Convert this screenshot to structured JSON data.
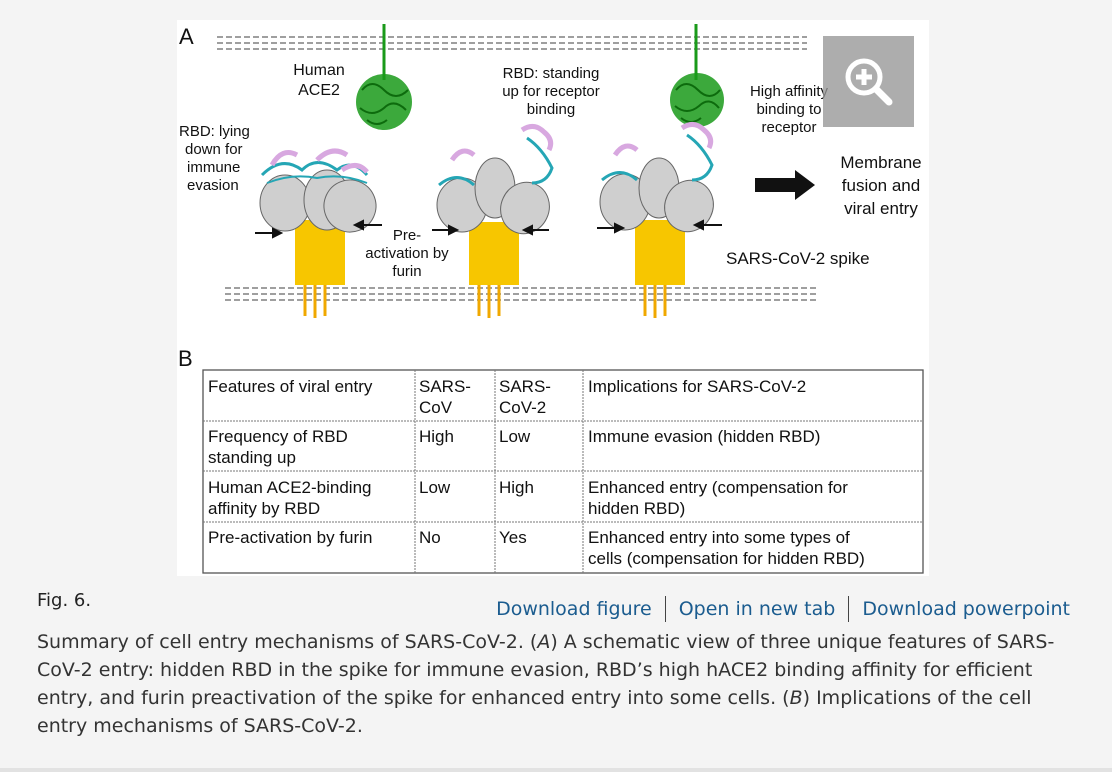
{
  "figure": {
    "panel_a_letter": "A",
    "panel_b_letter": "B",
    "labels": {
      "human_ace2_1": "Human",
      "human_ace2_2": "ACE2",
      "rbd_lying_1": "RBD: lying",
      "rbd_lying_2": "down for",
      "rbd_lying_3": "immune",
      "rbd_lying_4": "evasion",
      "rbd_standing_1": "RBD: standing",
      "rbd_standing_2": "up for receptor",
      "rbd_standing_3": "binding",
      "preact_1": "Pre-",
      "preact_2": "activation by",
      "preact_3": "furin",
      "high_aff_1": "High affinity",
      "high_aff_2": "binding to",
      "high_aff_3": "receptor",
      "membrane_1": "Membrane",
      "membrane_2": "fusion and",
      "membrane_3": "viral entry",
      "spike": "SARS-CoV-2 spike"
    },
    "table": {
      "header": {
        "features": "Features of viral entry",
        "cov_1": "SARS-",
        "cov_2": "CoV",
        "cov2_1": "SARS-",
        "cov2_2": "CoV-2",
        "implications": "Implications for SARS-CoV-2"
      },
      "rows": [
        {
          "f1": "Frequency of RBD",
          "f2": "standing up",
          "cov": "High",
          "cov2": "Low",
          "i1": "Immune evasion (hidden RBD)",
          "i2": ""
        },
        {
          "f1": "Human ACE2-binding",
          "f2": "affinity by RBD",
          "cov": "Low",
          "cov2": "High",
          "i1": "Enhanced entry (compensation for",
          "i2": "hidden RBD)"
        },
        {
          "f1": "Pre-activation by furin",
          "f2": "",
          "cov": "No",
          "cov2": "Yes",
          "i1": "Enhanced entry into some types of",
          "i2": "cells (compensation for hidden RBD)"
        }
      ]
    },
    "zoom_icon": "zoom-in-icon"
  },
  "fig_label": "Fig. 6.",
  "links": {
    "download_figure": "Download figure",
    "open_new_tab": "Open in new tab",
    "download_ppt": "Download powerpoint"
  },
  "caption": {
    "part1": "Summary of cell entry mechanisms of SARS-CoV-2. (",
    "a": "A",
    "part2": ") A schematic view of three unique features of SARS-CoV-2 entry: hidden RBD in the spike for immune evasion, RBD’s high hACE2 binding affinity for efficient entry, and furin preactivation of the spike for enhanced entry into some cells. (",
    "b": "B",
    "part3": ") Implications of the cell entry mechanisms of SARS-CoV-2."
  },
  "colors": {
    "link": "#1b5c8f",
    "spike_stalk": "#f7c600",
    "ace2": "#1a9a1a",
    "rbd_cyan": "#25a6b5",
    "rbd_pink": "#d8a8e0",
    "head_gray": "#cfcfcf"
  }
}
